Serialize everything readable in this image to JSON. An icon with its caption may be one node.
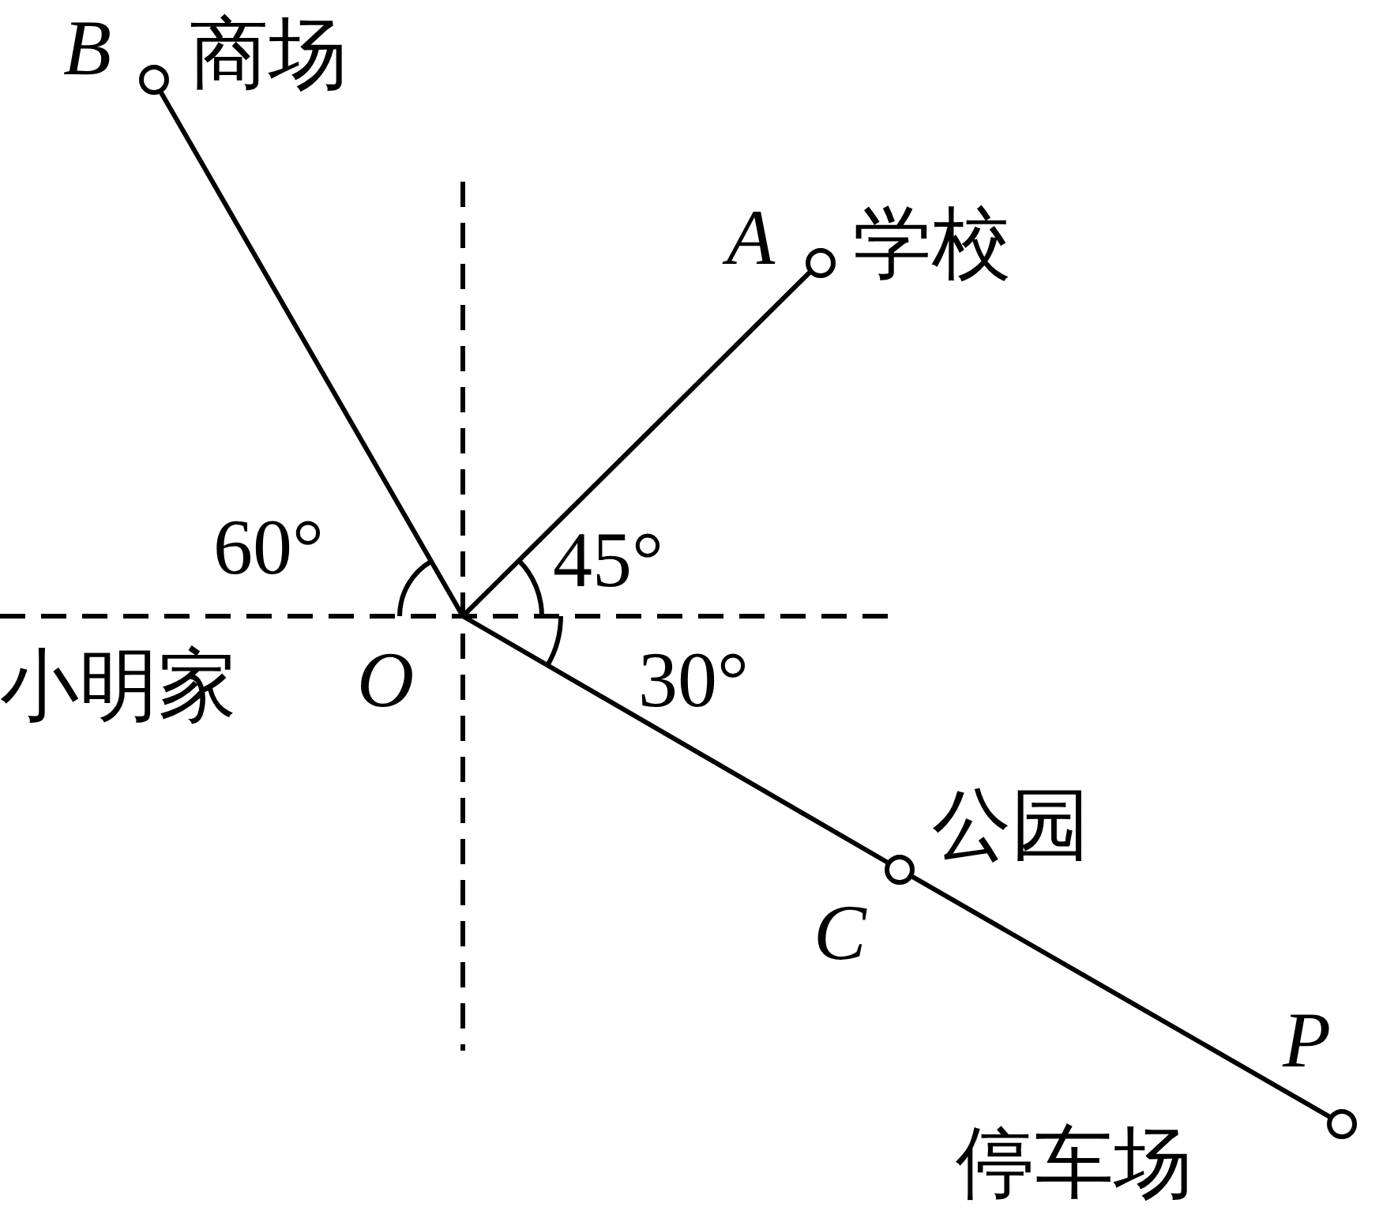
{
  "diagram": {
    "nodes": [
      {
        "text": [
          "B",
          "商场"
        ]
      },
      {
        "text": [
          "A",
          "学校"
        ]
      },
      {
        "text": [
          "小明家",
          "O"
        ]
      },
      {
        "text": [
          "公园",
          "C"
        ]
      },
      {
        "text": [
          "P",
          "停车场"
        ]
      }
    ],
    "edges": [
      {
        "from": 2,
        "to": 0,
        "arrow": "none"
      },
      {
        "from": 2,
        "to": 1,
        "arrow": "none"
      },
      {
        "from": 2,
        "to": 3,
        "arrow": "none"
      },
      {
        "from": 3,
        "to": 4,
        "arrow": "none"
      }
    ],
    "labels": [
      "60°",
      "45°",
      "30°"
    ]
  }
}
